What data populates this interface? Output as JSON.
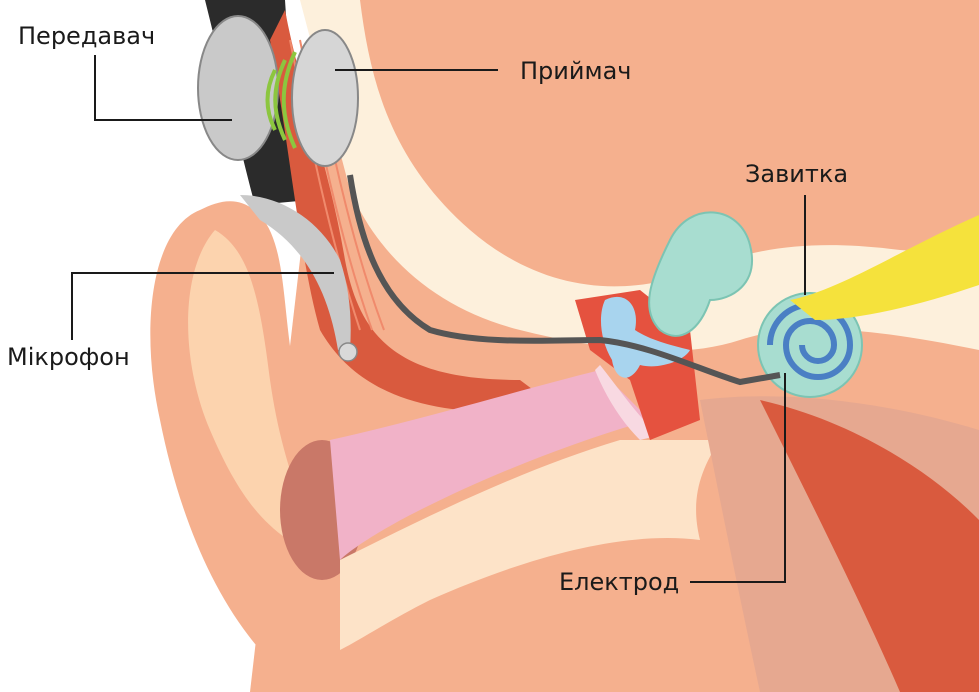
{
  "labels": {
    "transmitter": "Передавач",
    "receiver": "Приймач",
    "cochlea": "Завитка",
    "microphone": "Мікрофон",
    "electrode": "Електрод"
  },
  "colors": {
    "skin": "#f5b08e",
    "skin_light": "#fde3c8",
    "cream": "#fdf0dc",
    "muscle": "#d95a3e",
    "ear_canal": "#f1b2c8",
    "cochlea": "#a8ddd0",
    "cochlea_spiral": "#4a7fc4",
    "nerve": "#f5e23c",
    "device_gray": "#c9c9c9",
    "device_dark": "#2b2b2b",
    "signal_green": "#8cc63f",
    "ossicles": "#a8d4ee",
    "bone_red": "#e5523f",
    "leader_line": "#1a1a1a"
  }
}
